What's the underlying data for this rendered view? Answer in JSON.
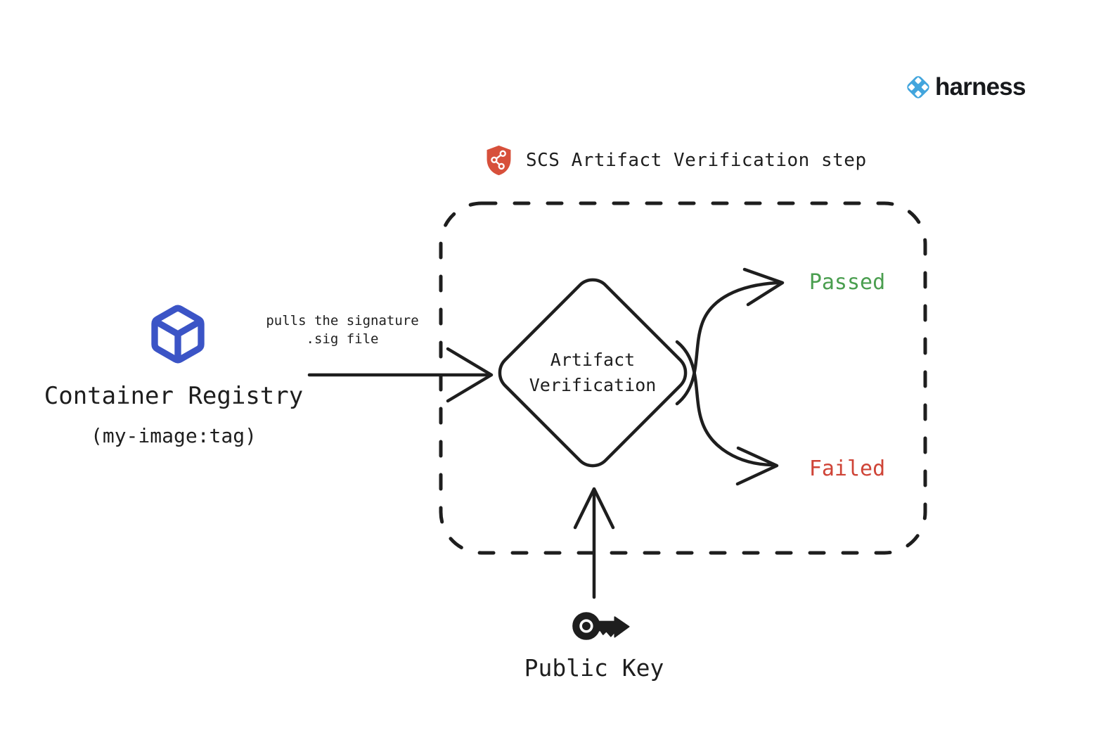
{
  "colors": {
    "ink": "#1e1e1e",
    "background": "#ffffff"
  },
  "brand": {
    "name": "harness",
    "icon": "harness-logo-icon",
    "icon_color": "#42a5dd",
    "text_color": "#17191c"
  },
  "step": {
    "title": "SCS Artifact Verification step",
    "icon": "supply-chain-shield-icon",
    "icon_color": "#d7503b"
  },
  "nodes": {
    "container_registry": {
      "label": "Container Registry",
      "sublabel": "(my-image:tag)",
      "icon": "container-cube-icon",
      "icon_color": "#3b54c6"
    },
    "artifact_verification": {
      "line1": "Artifact",
      "line2": "Verification"
    },
    "public_key": {
      "label": "Public Key",
      "icon": "key-icon"
    }
  },
  "edges": {
    "pull": {
      "label_line1": "pulls the signature",
      "label_line2": ".sig file"
    },
    "passed": {
      "label": "Passed",
      "color": "#4a9e4f"
    },
    "failed": {
      "label": "Failed",
      "color": "#cf4437"
    }
  }
}
